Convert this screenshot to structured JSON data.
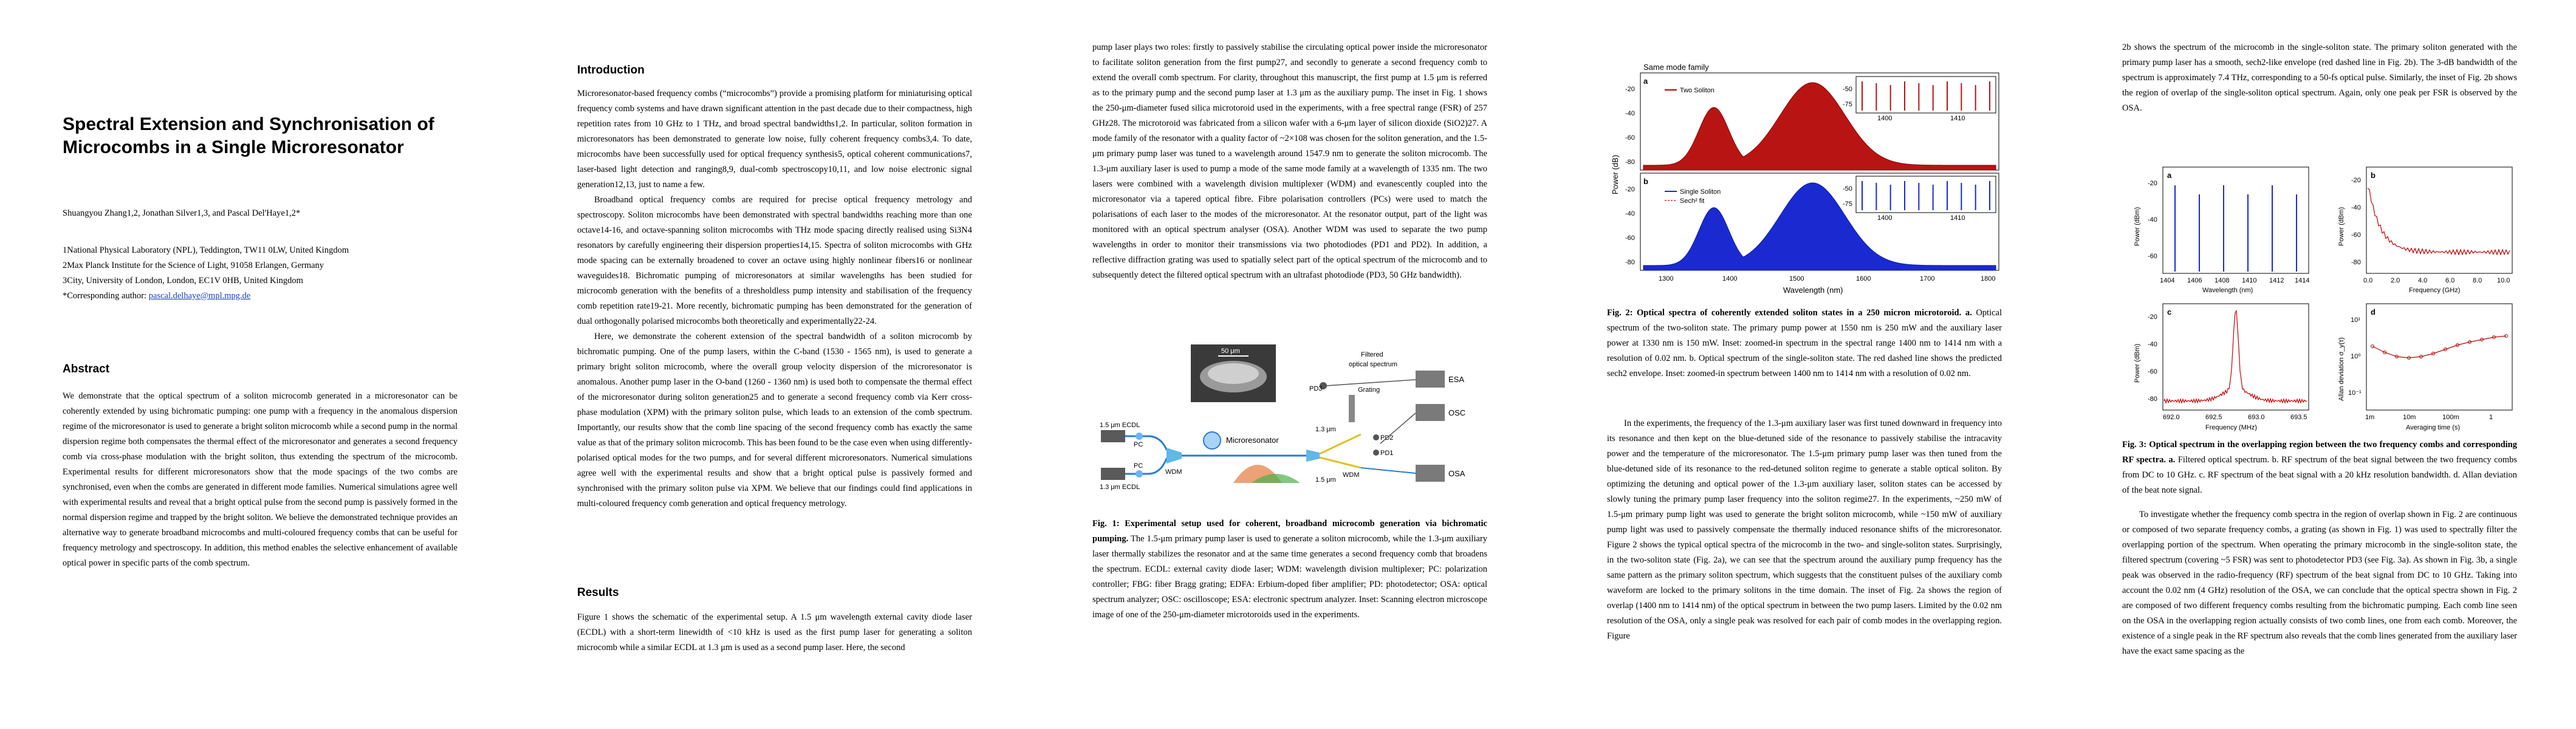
{
  "title": "Spectral Extension and Synchronisation of Microcombs in a Single Microresonator",
  "authors": "Shuangyou Zhang1,2, Jonathan Silver1,3, and Pascal Del'Haye1,2*",
  "affiliations": [
    "1National Physical Laboratory (NPL), Teddington, TW11 0LW, United Kingdom",
    "2Max Planck Institute for the Science of Light, 91058 Erlangen, Germany",
    "3City, University of London, London, EC1V 0HB, United Kingdom"
  ],
  "corresponding_prefix": "*Corresponding author: ",
  "corresponding_email": "pascal.delhaye@mpl.mpg.de",
  "abstract_heading": "Abstract",
  "abstract": "We demonstrate that the optical spectrum of a soliton microcomb generated in a microresonator can be coherently extended by using bichromatic pumping: one pump with a frequency in the anomalous dispersion regime of the microresonator is used to generate a bright soliton microcomb while a second pump in the normal dispersion regime both compensates the thermal effect of the microresonator and generates a second frequency comb via cross-phase modulation with the bright soliton, thus extending the spectrum of the microcomb. Experimental results for different microresonators show that the mode spacings of the two combs are synchronised, even when the combs are generated in different mode families. Numerical simulations agree well with experimental results and reveal that a bright optical pulse from the second pump is passively formed in the normal dispersion regime and trapped by the bright soliton. We believe the demonstrated technique provides an alternative way to generate broadband microcombs and multi-coloured frequency combs that can be useful for frequency metrology and spectroscopy. In addition, this method enables the selective enhancement of available optical power in specific parts of the comb spectrum.",
  "intro_heading": "Introduction",
  "intro_p1": "Microresonator-based frequency combs (“microcombs”) provide a promising platform for miniaturising optical frequency comb systems and have drawn significant attention in the past decade due to their compactness, high repetition rates from 10 GHz to 1 THz, and broad spectral bandwidths1,2. In particular, soliton formation in microresonators has been demonstrated to generate low noise, fully coherent frequency combs3,4. To date, microcombs have been successfully used for optical frequency synthesis5, optical coherent communications7, laser-based light detection and ranging8,9, dual-comb spectroscopy10,11, and low noise electronic signal generation12,13, just to name a few.",
  "intro_p2": "Broadband optical frequency combs are required for precise optical frequency metrology and spectroscopy. Soliton microcombs have been demonstrated with spectral bandwidths reaching more than one octave14-16, and octave-spanning soliton microcombs with THz mode spacing directly realised using Si3N4 resonators by carefully engineering their dispersion properties14,15. Spectra of soliton microcombs with GHz mode spacing can be externally broadened to cover an octave using highly nonlinear fibers16 or nonlinear waveguides18. Bichromatic pumping of microresonators at similar wavelengths has been studied for microcomb generation with the benefits of a thresholdless pump intensity and stabilisation of the frequency comb repetition rate19-21. More recently, bichromatic pumping has been demonstrated for the generation of dual orthogonally polarised microcombs both theoretically and experimentally22-24.",
  "intro_p3": "Here, we demonstrate the coherent extension of the spectral bandwidth of a soliton microcomb by bichromatic pumping. One of the pump lasers, within the C-band (1530 - 1565 nm), is used to generate a primary bright soliton microcomb, where the overall group velocity dispersion of the microresonator is anomalous. Another pump laser in the O-band (1260 - 1360 nm) is used both to compensate the thermal effect of the microresonator during soliton generation25 and to generate a second frequency comb via Kerr cross-phase modulation (XPM) with the primary soliton pulse, which leads to an extension of the comb spectrum. Importantly, our results show that the comb line spacing of the second frequency comb has exactly the same value as that of the primary soliton microcomb. This has been found to be the case even when using differently-polarised optical modes for the two pumps, and for several different microresonators. Numerical simulations agree well with the experimental results and show that a bright optical pulse is passively formed and synchronised with the primary soliton pulse via XPM. We believe that our findings could find applications in multi-coloured frequency comb generation and optical frequency metrology.",
  "results_heading": "Results",
  "results_p1": "Figure 1 shows the schematic of the experimental setup. A 1.5 μm wavelength external cavity diode laser (ECDL) with a short-term linewidth of <10 kHz is used as the first pump laser for generating a soliton microcomb while a similar ECDL at 1.3 μm is used as a second pump laser. Here, the second",
  "col3_p1": "pump laser plays two roles: firstly to passively stabilise the circulating optical power inside the microresonator to facilitate soliton generation from the first pump27, and secondly to generate a second frequency comb to extend the overall comb spectrum. For clarity, throughout this manuscript, the first pump at 1.5 μm is referred as to the primary pump and the second pump laser at 1.3 μm as the auxiliary pump. The inset in Fig. 1 shows the 250-μm-diameter fused silica microtoroid used in the experiments, with a free spectral range (FSR) of 257 GHz28. The microtoroid was fabricated from a silicon wafer with a 6-μm layer of silicon dioxide (SiO2)27. A mode family of the resonator with a quality factor of ~2×108 was chosen for the soliton generation, and the 1.5-μm primary pump laser was tuned to a wavelength around 1547.9 nm to generate the soliton microcomb. The 1.3-μm auxiliary laser is used to pump a mode of the same mode family at a wavelength of 1335 nm. The two lasers were combined with a wavelength division multiplexer (WDM) and evanescently coupled into the microresonator via a tapered optical fibre. Fibre polarisation controllers (PCs) were used to match the polarisations of each laser to the modes of the microresonator. At the resonator output, part of the light was monitored with an optical spectrum analyser (OSA). Another WDM was used to separate the two pump wavelengths in order to monitor their transmissions via two photodiodes (PD1 and PD2). In addition, a reflective diffraction grating was used to spatially select part of the optical spectrum of the microcomb and to subsequently detect the filtered optical spectrum with an ultrafast photodiode (PD3, 50 GHz bandwidth).",
  "fig1": {
    "caption_bold": "Fig. 1: Experimental setup used for coherent, broadband microcomb generation via bichromatic pumping.",
    "caption": " The 1.5-μm primary pump laser is used to generate a soliton microcomb, while the 1.3-μm auxiliary laser thermally stabilizes the resonator and at the same time generates a second frequency comb that broadens the spectrum. ECDL: external cavity diode laser; WDM: wavelength division multiplexer; PC: polarization controller; FBG: fiber Bragg grating; EDFA: Erbium-doped fiber amplifier; PD: photodetector; OSA: optical spectrum analyzer; OSC: oscilloscope; ESA: electronic spectrum analyzer. Inset: Scanning electron microscope image of one of the 250-μm-diameter microtoroids used in the experiments.",
    "labels": {
      "scale": "50 μm",
      "ecdl15": "1.5 μm ECDL",
      "ecdl13": "1.3 μm ECDL",
      "pc1": "PC",
      "pc2": "PC",
      "wdm1": "WDM",
      "micro": "Microresonator",
      "filtered1": "Filtered",
      "filtered2": "optical spectrum",
      "pd3": "PD3",
      "grating": "Grating",
      "esa": "ESA",
      "osc": "OSC",
      "um13": "1.3 μm",
      "um15": "1.5 μm",
      "pd2": "PD2",
      "pd1": "PD1",
      "wdm2": "WDM",
      "osa": "OSA"
    }
  },
  "fig2": {
    "panel_title": "Same mode family",
    "panel_a": "a",
    "panel_b": "b",
    "legend_two": "Two Soliton",
    "legend_single": "Single Soliton",
    "legend_sech": "Sech² fit",
    "ylabel": "Power (dB)",
    "xlabel": "Wavelength (nm)",
    "xticks": [
      "1300",
      "1400",
      "1500",
      "1600",
      "1700",
      "1800"
    ],
    "yticks_a": [
      "-20",
      "-40",
      "-60",
      "-80"
    ],
    "yticks_b": [
      "-20",
      "-40",
      "-60",
      "-80"
    ],
    "inset_xticks": [
      "1400",
      "1410"
    ],
    "inset_yticks": [
      "-50",
      "-75"
    ],
    "caption_bold": "Fig. 2: Optical spectra of coherently extended soliton states in a 250 micron microtoroid. a.",
    "caption": " Optical spectrum of the two-soliton state. The primary pump power at 1550 nm is 250 mW and the auxiliary laser power at 1330 nm is 150 mW. Inset: zoomed-in spectrum in the spectral range 1400 nm to 1414 nm with a resolution of 0.02 nm. b. Optical spectrum of the single-soliton state. The red dashed line shows the predicted sech2 envelope. Inset: zoomed-in spectrum between 1400 nm to 1414 nm with a resolution of 0.02 nm."
  },
  "col4_p1": "In the experiments, the frequency of the 1.3-μm auxiliary laser was first tuned downward in frequency into its resonance and then kept on the blue-detuned side of the resonance to passively stabilise the intracavity power and the temperature of the microresonator. The 1.5-μm primary pump laser was then tuned from the blue-detuned side of its resonance to the red-detuned soliton regime to generate a stable optical soliton. By optimizing the detuning and optical power of the 1.3-μm auxiliary laser, soliton states can be accessed by slowly tuning the primary pump laser frequency into the soliton regime27. In the experiments, ~250 mW of 1.5-μm primary pump light was used to generate the bright soliton microcomb, while ~150 mW of auxiliary pump light was used to passively compensate the thermally induced resonance shifts of the microresonator. Figure 2 shows the typical optical spectra of the microcomb in the two- and single-soliton states. Surprisingly, in the two-soliton state (Fig. 2a), we can see that the spectrum around the auxiliary pump frequency has the same pattern as the primary soliton spectrum, which suggests that the constituent pulses of the auxiliary comb waveform are locked to the primary solitons in the time domain. The inset of Fig. 2a shows the region of overlap (1400 nm to 1414 nm) of the optical spectrum in between the two pump lasers. Limited by the 0.02 nm resolution of the OSA, only a single peak was resolved for each pair of comb modes in the overlapping region. Figure",
  "col5_p1": "2b shows the spectrum of the microcomb in the single-soliton state. The primary soliton generated with the primary pump laser has a smooth, sech2-like envelope (red dashed line in Fig. 2b). The 3-dB bandwidth of the spectrum is approximately 7.4 THz, corresponding to a 50-fs optical pulse. Similarly, the inset of Fig. 2b shows the region of overlap of the single-soliton optical spectrum. Again, only one peak per FSR is observed by the OSA.",
  "fig3": {
    "a": "a",
    "b": "b",
    "c": "c",
    "d": "d",
    "ylabel_a": "Power (dBm)",
    "xlabel_a": "Wavelength (nm)",
    "xticks_a": [
      "1404",
      "1406",
      "1408",
      "1410",
      "1412",
      "1414"
    ],
    "yticks_a": [
      "-20",
      "-40",
      "-60"
    ],
    "ylabel_b": "Power (dBm)",
    "xlabel_b": "Frequency (GHz)",
    "xticks_b": [
      "0.0",
      "2.0",
      "4.0",
      "6.0",
      "8.0",
      "10.0"
    ],
    "yticks_b": [
      "-20",
      "-40",
      "-60",
      "-80"
    ],
    "ylabel_c": "Power (dBm)",
    "xlabel_c": "Frequency (MHz)",
    "xticks_c": [
      "692.0",
      "692.5",
      "693.0",
      "693.5"
    ],
    "yticks_c": [
      "-20",
      "-40",
      "-60",
      "-80"
    ],
    "ylabel_d": "Allan deviation σ_y(τ)",
    "xlabel_d": "Averaging time (s)",
    "xticks_d": [
      "1m",
      "10m",
      "100m",
      "1"
    ],
    "yticks_d": [
      "10¹",
      "10⁰",
      "10⁻¹"
    ],
    "caption_bold": "Fig. 3: Optical spectrum in the overlapping region between the two frequency combs and corresponding RF spectra. a.",
    "caption": " Filtered optical spectrum. b. RF spectrum of the beat signal between the two frequency combs from DC to 10 GHz. c. RF spectrum of the beat signal with a 20 kHz resolution bandwidth. d. Allan deviation of the beat note signal."
  },
  "col5_p2": "To investigate whether the frequency comb spectra in the region of overlap shown in Fig. 2 are continuous or composed of two separate frequency combs, a grating (as shown in Fig. 1) was used to spectrally filter the overlapping portion of the spectrum. When operating the primary microcomb in the single-soliton state, the filtered spectrum (covering ~5 FSR) was sent to photodetector PD3 (see Fig. 3a). As shown in Fig. 3b, a single peak was observed in the radio-frequency (RF) spectrum of the beat signal from DC to 10 GHz. Taking into account the 0.02 nm (4 GHz) resolution of the OSA, we can conclude that the optical spectra shown in Fig. 2 are composed of two different frequency combs resulting from the bichromatic pumping. Each comb line seen on the OSA in the overlapping region actually consists of two comb lines, one from each comb. Moreover, the existence of a single peak in the RF spectrum also reveals that the comb lines generated from the auxiliary laser have the exact same spacing as the"
}
